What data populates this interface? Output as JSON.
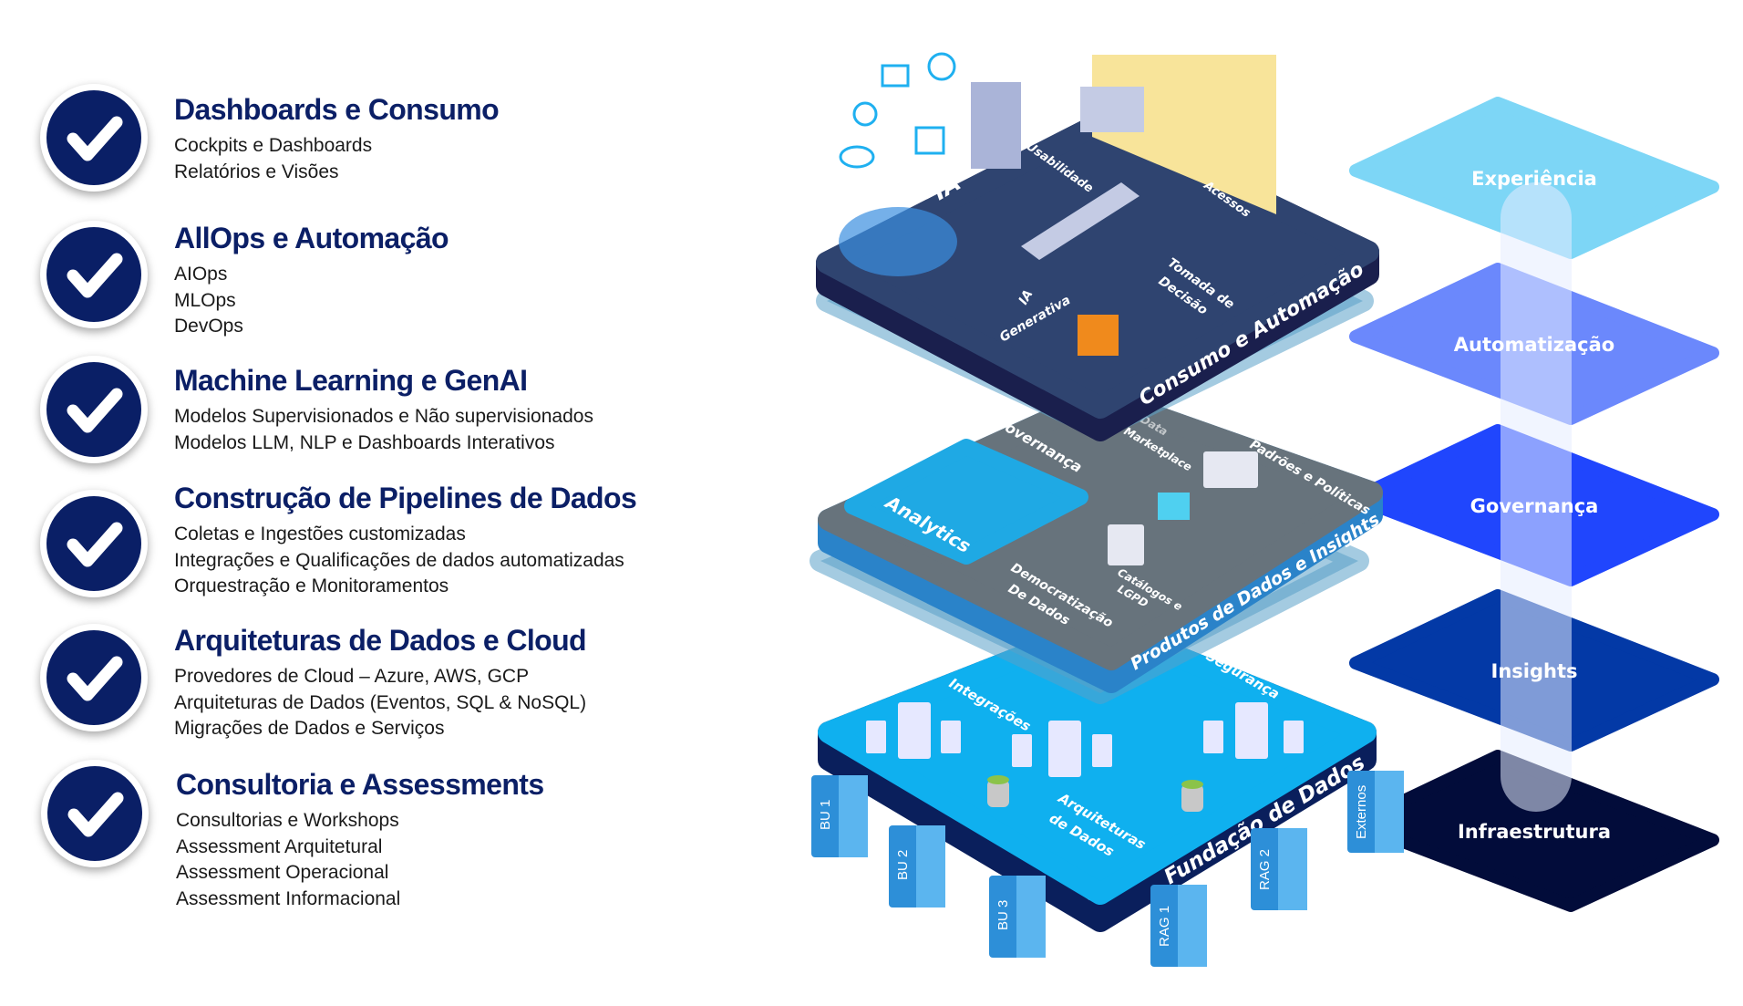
{
  "services": [
    {
      "title": "Dashboards e Consumo",
      "items": [
        "Cockpits e Dashboards",
        "Relatórios e Visões"
      ]
    },
    {
      "title": "AllOps e Automação",
      "items": [
        "AIOps",
        "MLOps",
        "DevOps"
      ]
    },
    {
      "title": "Machine Learning e GenAI",
      "items": [
        "Modelos Supervisionados e Não supervisionados",
        "Modelos LLM, NLP e Dashboards Interativos"
      ]
    },
    {
      "title": "Construção de Pipelines de Dados",
      "items": [
        "Coletas e Ingestões customizadas",
        "Integrações e Qualificações de dados automatizadas",
        "Orquestração e Monitoramentos"
      ]
    },
    {
      "title": "Arquiteturas de Dados e Cloud",
      "items": [
        "Provedores de Cloud – Azure, AWS, GCP",
        "Arquiteturas de Dados (Eventos, SQL & NoSQL)",
        "Migrações de Dados e Serviços"
      ]
    },
    {
      "title": "Consultoria e Assessments",
      "items": [
        "Consultorias e Workshops",
        "Assessment Arquitetural",
        "Assessment Operacional",
        "Assessment Informacional"
      ]
    }
  ],
  "check_icon": "check-circle-icon",
  "platforms": {
    "top": {
      "name": "Consumo e Automação",
      "labels": [
        "IA",
        "Usabilidade",
        "Acessos",
        "Tomada de",
        "Decisão",
        "IA",
        "Generativa"
      ]
    },
    "middle": {
      "name": "Produtos de Dados e Insights",
      "labels": [
        "Governança",
        "Data",
        "Marketplace",
        "Padrões e Políticas",
        "Analytics",
        "Democratização",
        "De Dados",
        "Catálogos e",
        "LGPD"
      ]
    },
    "bottom": {
      "name": "Fundação de Dados",
      "labels": [
        "Integrações",
        "Segurança",
        "Arquiteturas",
        "de Dados"
      ]
    }
  },
  "servers": [
    "BU 1",
    "BU 2",
    "BU 3",
    "RAG 1",
    "RAG 2",
    "Externos"
  ],
  "layers": [
    {
      "label": "Experiência",
      "color": "#7dd6f6"
    },
    {
      "label": "Automatização",
      "color": "#6b88fc"
    },
    {
      "label": "Governança",
      "color": "#2046fd"
    },
    {
      "label": "Insights",
      "color": "#0339a6"
    },
    {
      "label": "Infraestrutura",
      "color": "#020c3a"
    }
  ]
}
